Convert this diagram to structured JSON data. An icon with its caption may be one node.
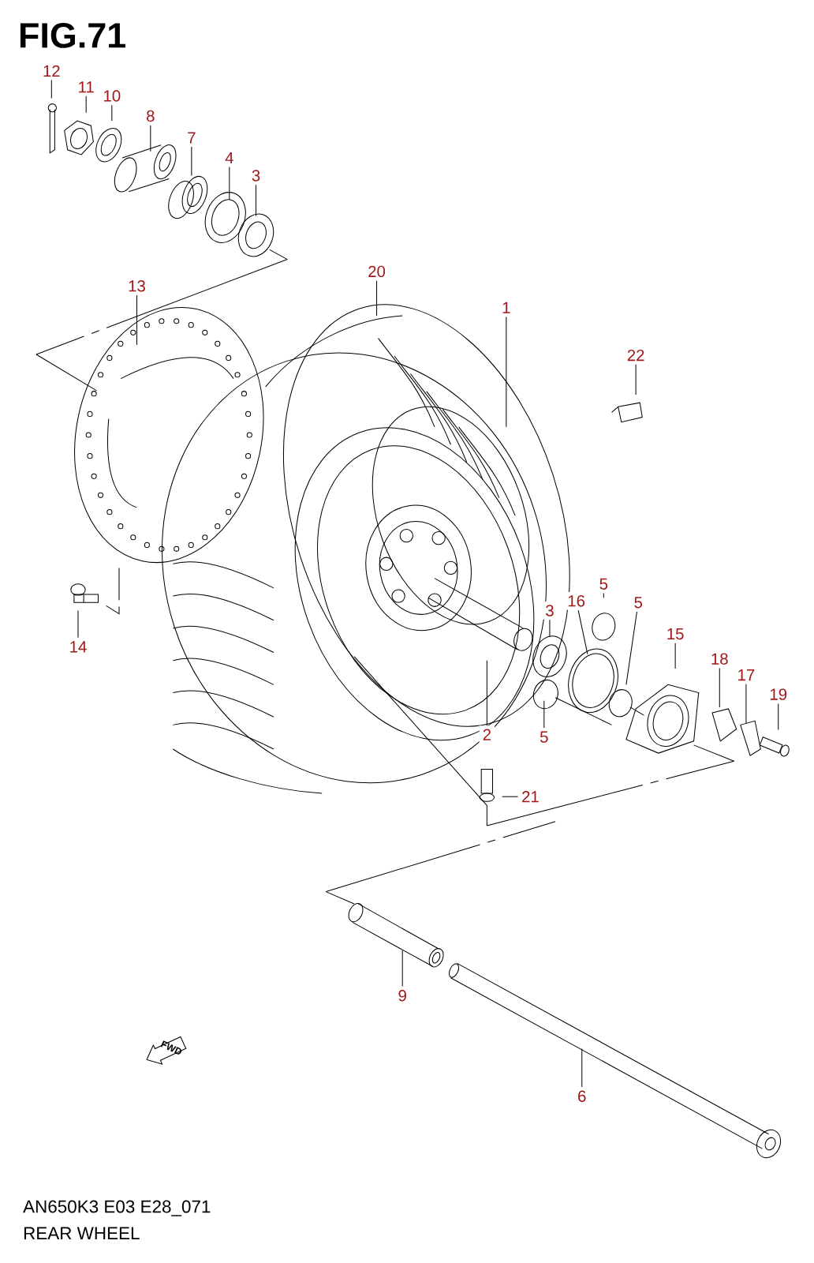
{
  "diagram": {
    "title": "FIG.71",
    "nodes": [
      {
        "text": [
          "12"
        ]
      },
      {
        "text": [
          "11"
        ]
      },
      {
        "text": [
          "10"
        ]
      },
      {
        "text": [
          "8"
        ]
      },
      {
        "text": [
          "7"
        ]
      },
      {
        "text": [
          "4"
        ]
      },
      {
        "text": [
          "3"
        ]
      },
      {
        "text": [
          "20"
        ]
      },
      {
        "text": [
          "13"
        ]
      },
      {
        "text": [
          "1"
        ]
      },
      {
        "text": [
          "22"
        ]
      },
      {
        "text": [
          "5"
        ]
      },
      {
        "text": [
          "16"
        ]
      },
      {
        "text": [
          "5"
        ]
      },
      {
        "text": [
          "3"
        ]
      },
      {
        "text": [
          "15"
        ]
      },
      {
        "text": [
          "18"
        ]
      },
      {
        "text": [
          "17"
        ]
      },
      {
        "text": [
          "19"
        ]
      },
      {
        "text": [
          "14"
        ]
      },
      {
        "text": [
          "2"
        ]
      },
      {
        "text": [
          "5"
        ]
      },
      {
        "text": [
          "21"
        ]
      },
      {
        "text": [
          "9"
        ]
      },
      {
        "text": [
          "6"
        ]
      }
    ],
    "edges": [
      {
        "from": 0,
        "to": null,
        "arrow": "none"
      },
      {
        "from": 1,
        "to": null,
        "arrow": "none"
      },
      {
        "from": 2,
        "to": null,
        "arrow": "none"
      },
      {
        "from": 3,
        "to": null,
        "arrow": "none"
      },
      {
        "from": 4,
        "to": null,
        "arrow": "none"
      },
      {
        "from": 5,
        "to": null,
        "arrow": "none"
      },
      {
        "from": 6,
        "to": null,
        "arrow": "none"
      },
      {
        "from": 7,
        "to": null,
        "arrow": "none"
      },
      {
        "from": 8,
        "to": null,
        "arrow": "none"
      },
      {
        "from": 9,
        "to": null,
        "arrow": "none"
      },
      {
        "from": 10,
        "to": null,
        "arrow": "none"
      },
      {
        "from": 11,
        "to": null,
        "arrow": "none"
      },
      {
        "from": 12,
        "to": null,
        "arrow": "none"
      },
      {
        "from": 13,
        "to": null,
        "arrow": "none"
      },
      {
        "from": 14,
        "to": null,
        "arrow": "none"
      },
      {
        "from": 15,
        "to": null,
        "arrow": "none"
      },
      {
        "from": 16,
        "to": null,
        "arrow": "none"
      },
      {
        "from": 17,
        "to": null,
        "arrow": "none"
      },
      {
        "from": 18,
        "to": null,
        "arrow": "none"
      },
      {
        "from": 19,
        "to": null,
        "arrow": "none"
      },
      {
        "from": 20,
        "to": null,
        "arrow": "none"
      },
      {
        "from": 21,
        "to": null,
        "arrow": "none"
      },
      {
        "from": 22,
        "to": null,
        "arrow": "none"
      },
      {
        "from": 23,
        "to": null,
        "arrow": "none"
      },
      {
        "from": 24,
        "to": null,
        "arrow": "none"
      }
    ],
    "labels": [
      "FWD",
      "AN650K3 E03 E28_071",
      "REAR WHEEL"
    ]
  }
}
